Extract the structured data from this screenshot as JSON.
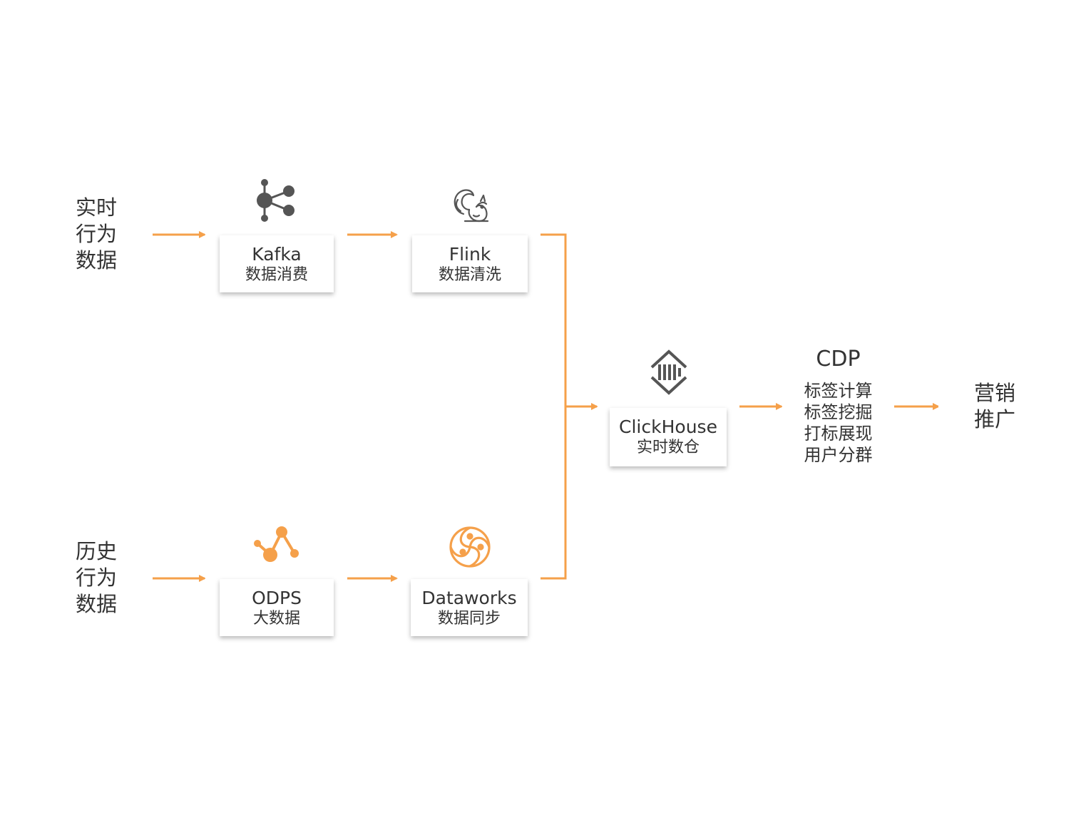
{
  "diagram": {
    "accent_color": "#f5a04a",
    "nodes": {
      "realtime": {
        "label_lines": [
          "实时",
          "行为",
          "数据"
        ]
      },
      "history": {
        "label_lines": [
          "历史",
          "行为",
          "数据"
        ]
      },
      "kafka": {
        "title": "Kafka",
        "subtitle": "数据消费",
        "icon": "kafka-network-icon"
      },
      "flink": {
        "title": "Flink",
        "subtitle": "数据清洗",
        "icon": "flink-squirrel-icon"
      },
      "odps": {
        "title": "ODPS",
        "subtitle": "大数据",
        "icon": "odps-icon"
      },
      "dataworks": {
        "title": "Dataworks",
        "subtitle": "数据同步",
        "icon": "dataworks-icon"
      },
      "clickhouse": {
        "title": "ClickHouse",
        "subtitle": "实时数仓",
        "icon": "clickhouse-icon"
      },
      "cdp": {
        "title": "CDP",
        "lines": [
          "标签计算",
          "标签挖掘",
          "打标展现",
          "用户分群"
        ]
      },
      "marketing": {
        "label_lines": [
          "营销",
          "推广"
        ]
      }
    },
    "edges": [
      {
        "from": "realtime",
        "to": "kafka"
      },
      {
        "from": "kafka",
        "to": "flink"
      },
      {
        "from": "history",
        "to": "odps"
      },
      {
        "from": "odps",
        "to": "dataworks"
      },
      {
        "from": "flink",
        "to": "clickhouse"
      },
      {
        "from": "dataworks",
        "to": "clickhouse"
      },
      {
        "from": "clickhouse",
        "to": "cdp"
      },
      {
        "from": "cdp",
        "to": "marketing"
      }
    ]
  }
}
